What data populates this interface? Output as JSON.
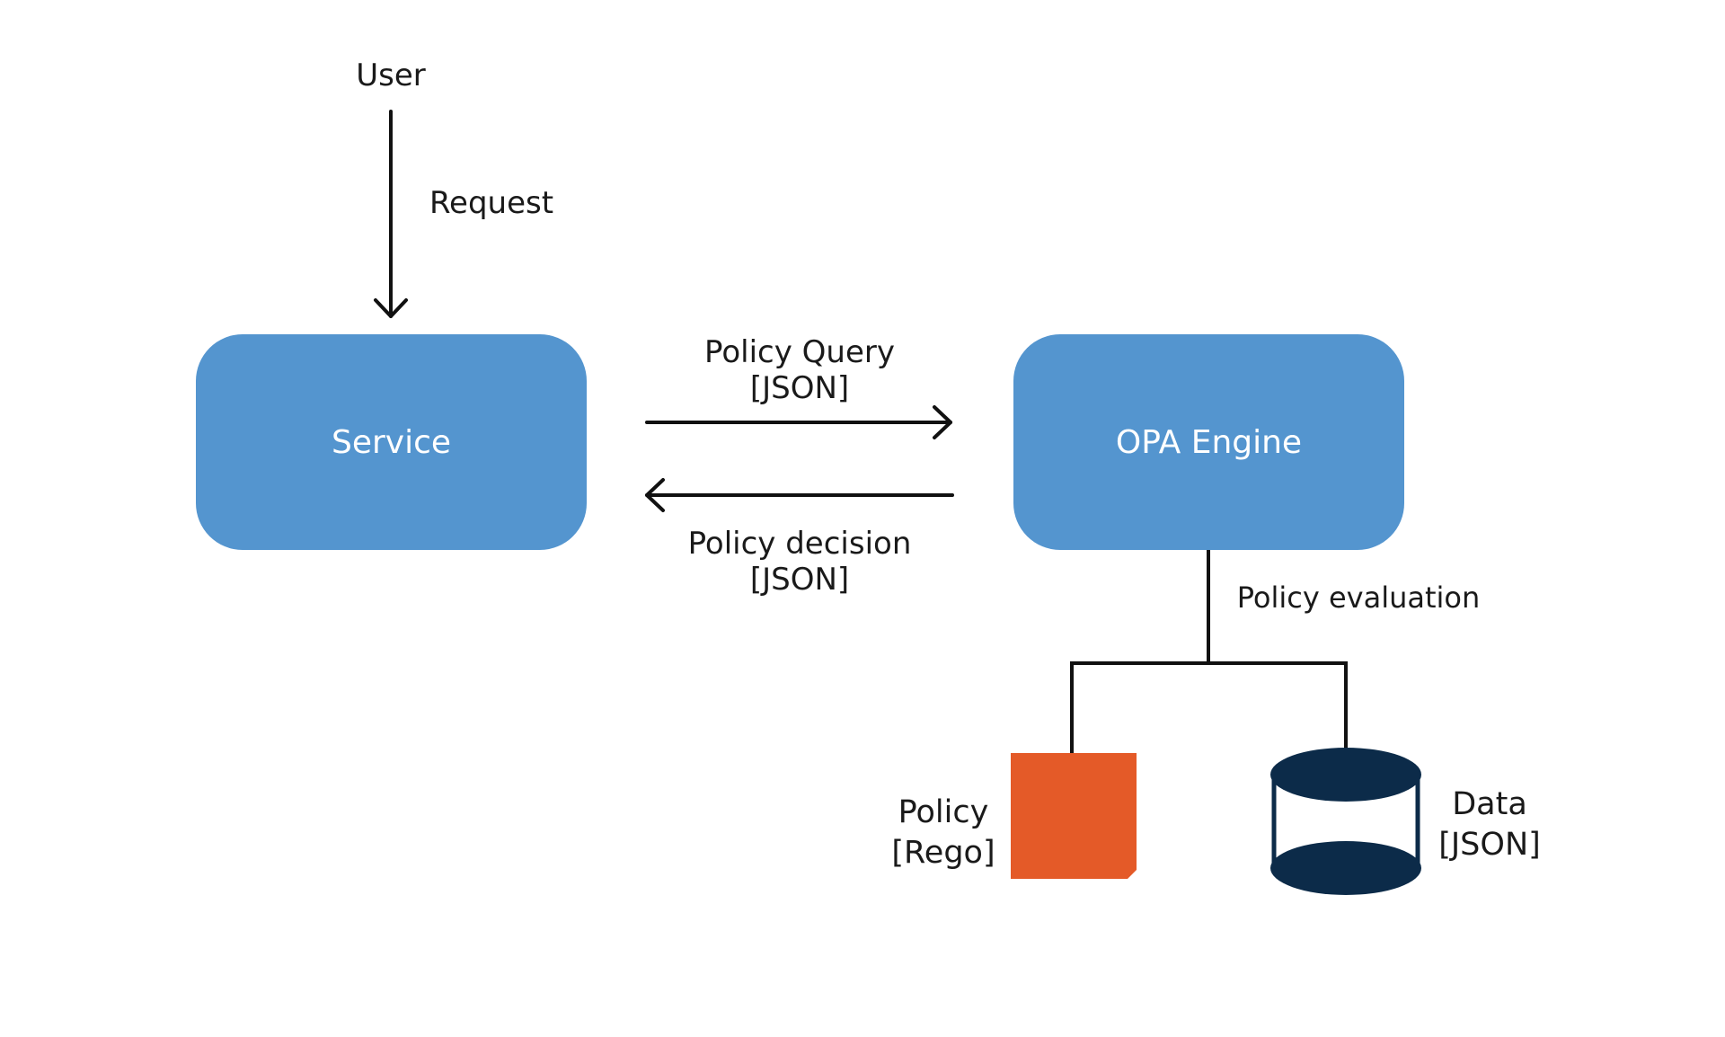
{
  "nodes": {
    "user": {
      "label": "User"
    },
    "service": {
      "label": "Service"
    },
    "opa_engine": {
      "label": "OPA Engine"
    },
    "policy": {
      "line1": "Policy",
      "line2": "[Rego]"
    },
    "data": {
      "line1": "Data",
      "line2": "[JSON]"
    }
  },
  "edges": {
    "request": {
      "label": "Request"
    },
    "policy_query": {
      "line1": "Policy Query",
      "line2": "[JSON]"
    },
    "policy_decision": {
      "line1": "Policy decision",
      "line2": "[JSON]"
    },
    "policy_evaluation": {
      "label": "Policy evaluation"
    }
  },
  "colors": {
    "box_fill": "#5495cf",
    "policy_fill": "#e45a28",
    "data_fill": "#0c2b49",
    "line": "#111111"
  }
}
